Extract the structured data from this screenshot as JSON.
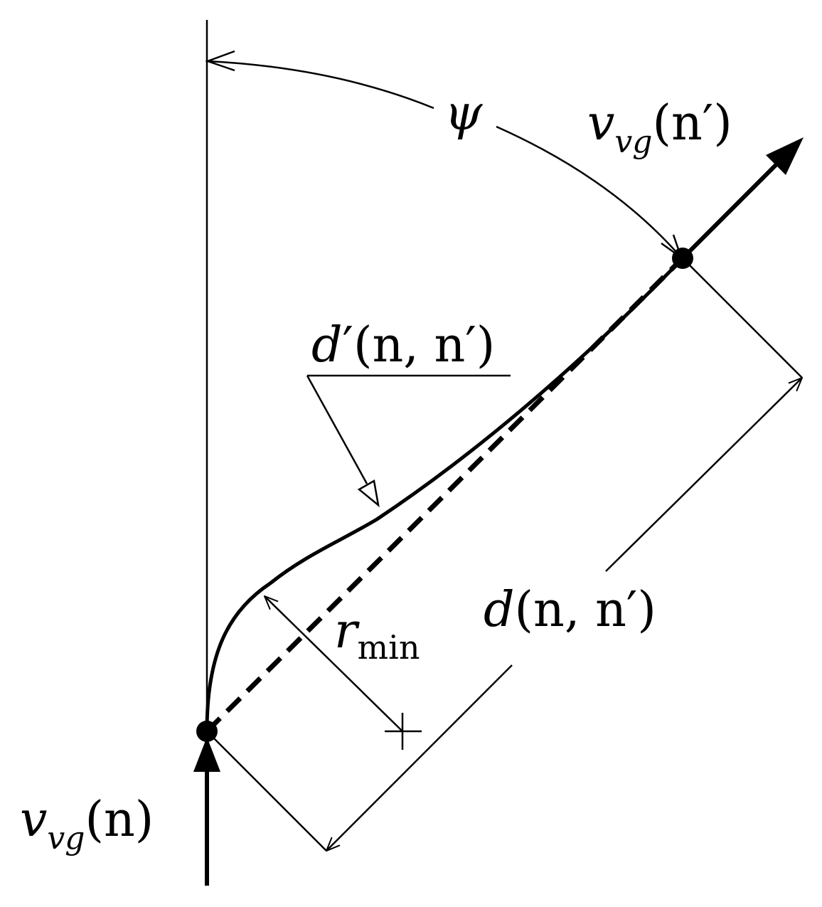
{
  "labels": {
    "psi": "ψ",
    "v_end_var": "v",
    "v_end_sub": "vg",
    "v_end_arg": "(n′)",
    "d_prime_var": "d",
    "d_prime_arg": "′(n, n′)",
    "d_var": "d",
    "d_arg": "(n, n′)",
    "r_var": "r",
    "r_sub": "min",
    "v_start_var": "v",
    "v_start_sub": "vg",
    "v_start_arg": "(n)"
  },
  "colors": {
    "ink": "#000000",
    "background": "#ffffff"
  }
}
